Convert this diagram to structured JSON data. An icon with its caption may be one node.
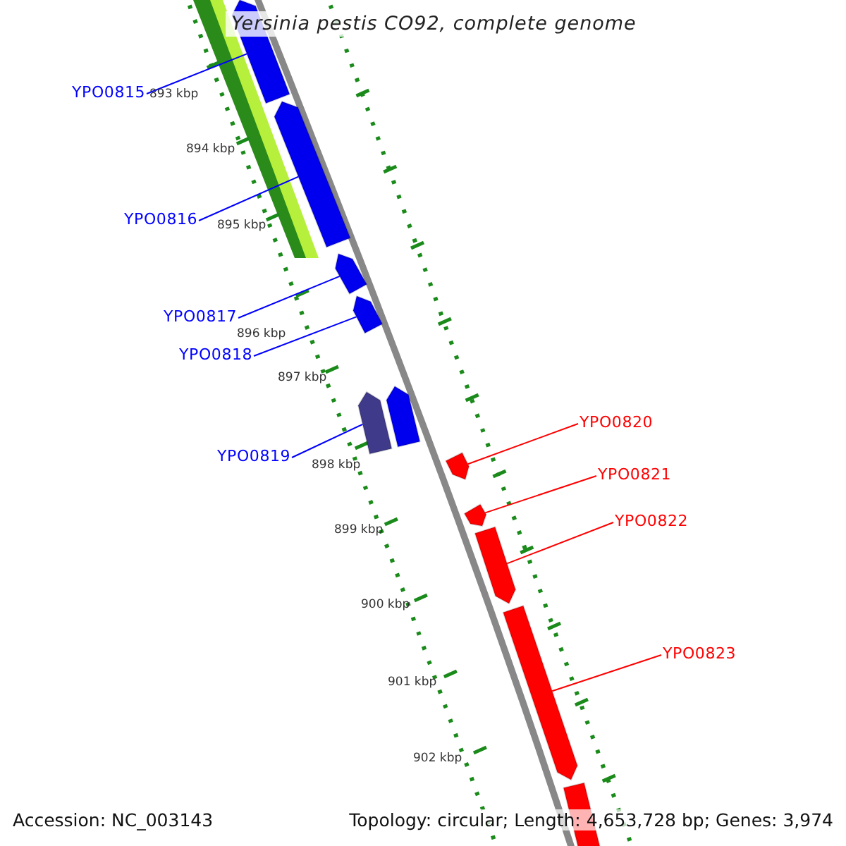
{
  "diagram": {
    "title": "Yersinia pestis CO92, complete genome",
    "nodes": [
      {
        "text": [
          "YPO0815"
        ]
      },
      {
        "text": [
          "YPO0816"
        ]
      },
      {
        "text": [
          "YPO0817"
        ]
      },
      {
        "text": [
          "YPO0818"
        ]
      },
      {
        "text": [
          "YPO0819"
        ]
      },
      {
        "text": [
          "YPO0820"
        ]
      },
      {
        "text": [
          "YPO0821"
        ]
      },
      {
        "text": [
          "YPO0822"
        ]
      },
      {
        "text": [
          "YPO0823"
        ]
      },
      {
        "text": [],
        "shape": "pentagon"
      },
      {
        "text": [],
        "shape": "pentagon"
      },
      {
        "text": [],
        "shape": "pentagon"
      },
      {
        "text": [],
        "shape": "pentagon"
      },
      {
        "text": [],
        "shape": "pentagon"
      },
      {
        "text": [],
        "shape": "pentagon"
      },
      {
        "text": [],
        "shape": "pentagon"
      },
      {
        "text": [],
        "shape": "pentagon"
      },
      {
        "text": [],
        "shape": "pentagon"
      },
      {
        "text": [],
        "shape": "pentagon"
      },
      {
        "text": [],
        "shape": "pentagon"
      }
    ],
    "edges": [
      {
        "from": 0,
        "to": 9,
        "arrow": "none"
      },
      {
        "from": 1,
        "to": 10,
        "arrow": "none"
      },
      {
        "from": 2,
        "to": 11,
        "arrow": "none"
      },
      {
        "from": 3,
        "to": 12,
        "arrow": "none"
      },
      {
        "from": 4,
        "to": 13,
        "arrow": "none"
      },
      {
        "from": 5,
        "to": 15,
        "arrow": "none",
        "color": "#ff0000"
      },
      {
        "from": 6,
        "to": 16,
        "arrow": "none",
        "color": "#ff0000"
      },
      {
        "from": 7,
        "to": 17,
        "arrow": "none",
        "color": "#ff0000"
      },
      {
        "from": 8,
        "to": 18,
        "arrow": "none",
        "color": "#ff0000"
      }
    ],
    "labels": [
      "893 kbp",
      "894 kbp",
      "895 kbp",
      "896 kbp",
      "897 kbp",
      "898 kbp",
      "899 kbp",
      "900 kbp",
      "901 kbp",
      "902 kbp",
      "Accession: NC_003143",
      "Topology: circular; Length: 4,653,728 bp; Genes: 3,974"
    ]
  }
}
